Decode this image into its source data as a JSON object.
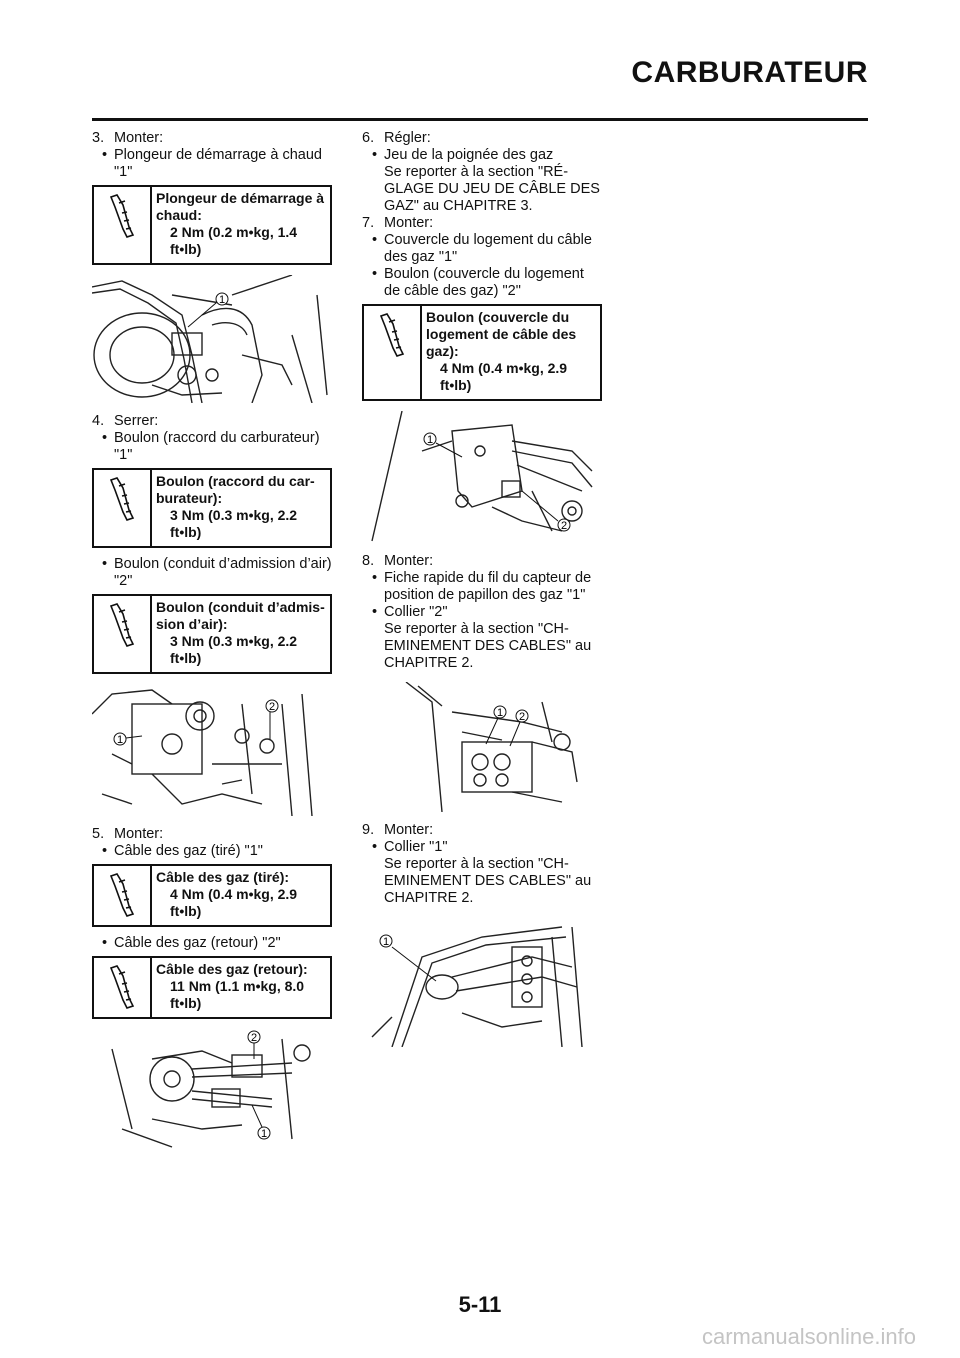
{
  "header": {
    "title": "CARBURATEUR"
  },
  "page_number": "5-11",
  "watermark": "carmanualsonline.info",
  "left": {
    "s3": {
      "num": "3.",
      "title": "Monter:",
      "b1": "Plongeur de démarrage à chaud",
      "b1_ref": "\"1\"",
      "spec": {
        "label1": "Plongeur de démarrage à",
        "label2": "chaud:",
        "v1": "2 Nm (0.2 m•kg, 1.4",
        "v2": "ft•lb)"
      },
      "fig": {
        "c1": "1"
      }
    },
    "s4": {
      "num": "4.",
      "title": "Serrer:",
      "b1": "Boulon (raccord du carburateur)",
      "b1_ref": "\"1\"",
      "spec1": {
        "label1": "Boulon (raccord du car-",
        "label2": "burateur):",
        "v1": "3 Nm (0.3 m•kg, 2.2",
        "v2": "ft•lb)"
      },
      "b2": "Boulon (conduit d’admission d’air)",
      "b2_ref": "\"2\"",
      "spec2": {
        "label1": "Boulon (conduit d’admis-",
        "label2": "sion d’air):",
        "v1": "3 Nm (0.3 m•kg, 2.2",
        "v2": "ft•lb)"
      },
      "fig": {
        "c1": "1",
        "c2": "2"
      }
    },
    "s5": {
      "num": "5.",
      "title": "Monter:",
      "b1": "Câble des gaz (tiré) \"1\"",
      "spec1": {
        "label1": "Câble des gaz (tiré):",
        "v1": "4 Nm (0.4 m•kg, 2.9",
        "v2": "ft•lb)"
      },
      "b2": "Câble des gaz (retour) \"2\"",
      "spec2": {
        "label1": "Câble des gaz (retour):",
        "v1": "11 Nm (1.1 m•kg, 8.0",
        "v2": "ft•lb)"
      },
      "fig": {
        "c1": "1",
        "c2": "2"
      }
    }
  },
  "right": {
    "s6": {
      "num": "6.",
      "title": "Régler:",
      "b1": "Jeu de la poignée des gaz",
      "t1": "Se reporter à la section \"RÉ-",
      "t2": "GLAGE DU JEU DE CÂBLE DES",
      "t3": "GAZ\" au CHAPITRE 3."
    },
    "s7": {
      "num": "7.",
      "title": "Monter:",
      "b1a": "Couvercle du logement du câble",
      "b1b": "des gaz \"1\"",
      "b2a": "Boulon (couvercle du logement",
      "b2b": "de câble des gaz) \"2\"",
      "spec": {
        "label1": "Boulon (couvercle du",
        "label2": "logement de câble des",
        "label3": "gaz):",
        "v1": "4 Nm (0.4 m•kg, 2.9",
        "v2": "ft•lb)"
      },
      "fig": {
        "c1": "1",
        "c2": "2"
      }
    },
    "s8": {
      "num": "8.",
      "title": "Monter:",
      "b1a": "Fiche rapide du fil du capteur de",
      "b1b": "position de papillon des gaz \"1\"",
      "b2": "Collier \"2\"",
      "t1": "Se reporter à la section \"CH-",
      "t2": "EMINEMENT DES CABLES\" au",
      "t3": "CHAPITRE 2.",
      "fig": {
        "c1": "1",
        "c2": "2"
      }
    },
    "s9": {
      "num": "9.",
      "title": "Monter:",
      "b1": "Collier \"1\"",
      "t1": "Se reporter à la section \"CH-",
      "t2": "EMINEMENT DES CABLES\" au",
      "t3": "CHAPITRE 2.",
      "fig": {
        "c1": "1"
      }
    }
  },
  "icons": {
    "spec_icon": "torque-wrench-icon",
    "bullet": "•"
  }
}
